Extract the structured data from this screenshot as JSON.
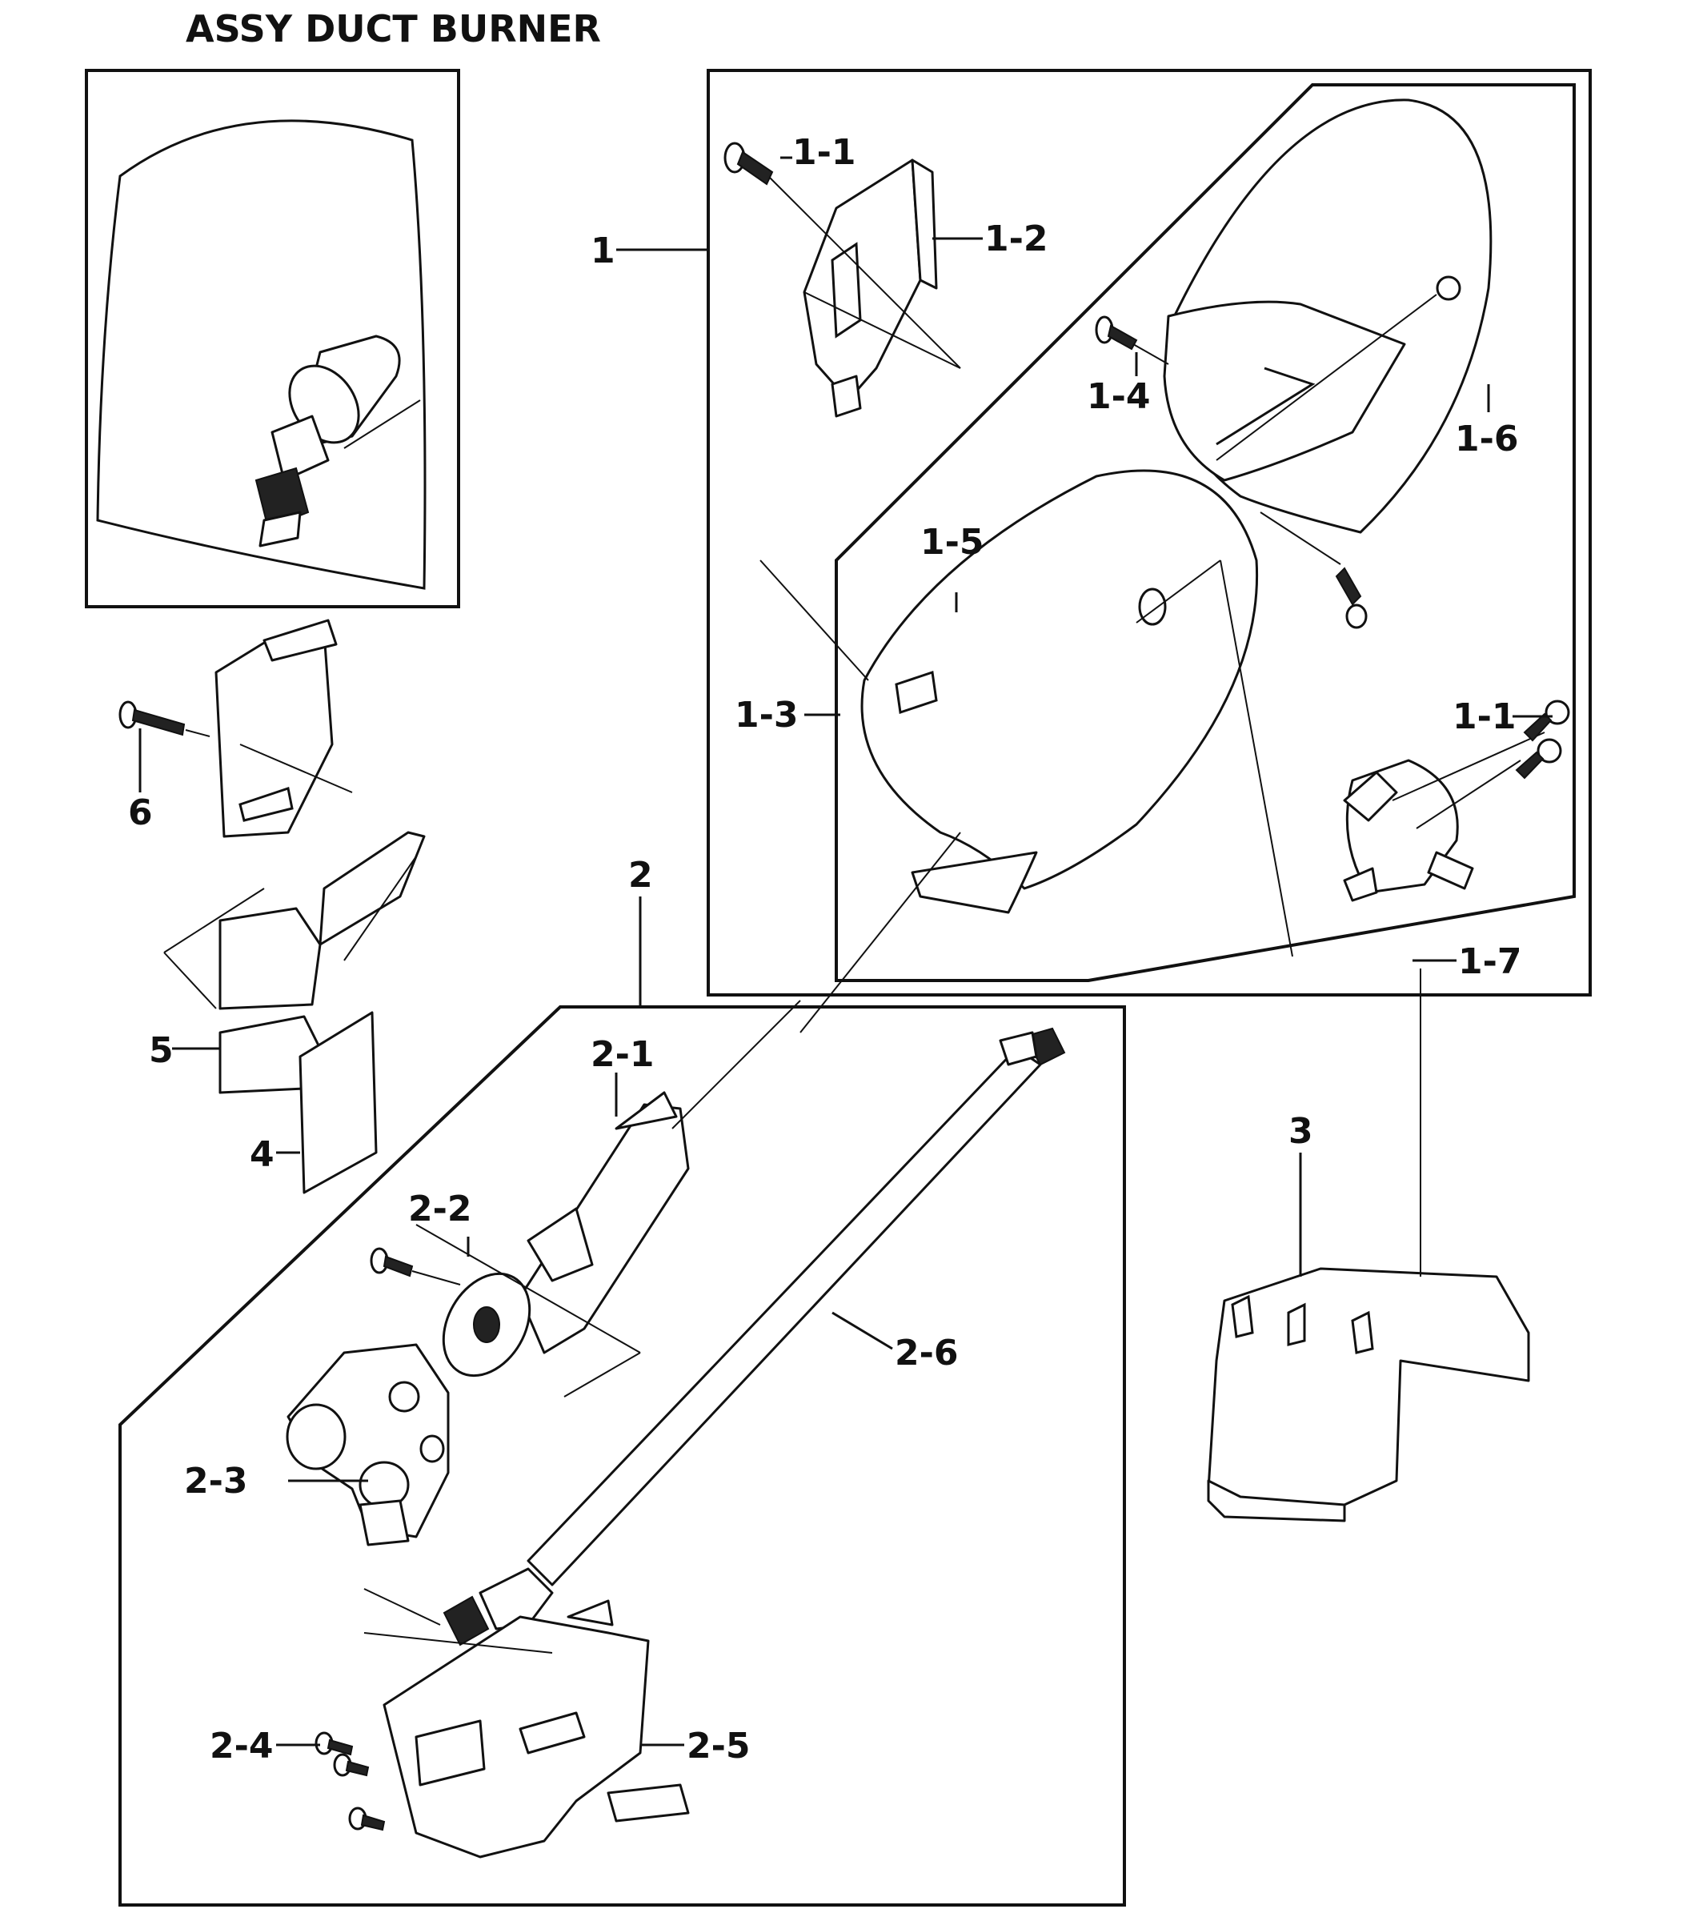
{
  "title": "ASSY DUCT BURNER",
  "callouts": {
    "c1": "1",
    "c1_1a": "1-1",
    "c1_1b": "1-1",
    "c1_2": "1-2",
    "c1_3": "1-3",
    "c1_4": "1-4",
    "c1_5": "1-5",
    "c1_6": "1-6",
    "c1_7": "1-7",
    "c2": "2",
    "c2_1": "2-1",
    "c2_2": "2-2",
    "c2_3": "2-3",
    "c2_4": "2-4",
    "c2_5": "2-5",
    "c2_6": "2-6",
    "c3": "3",
    "c4": "4",
    "c5": "5",
    "c6": "6"
  }
}
